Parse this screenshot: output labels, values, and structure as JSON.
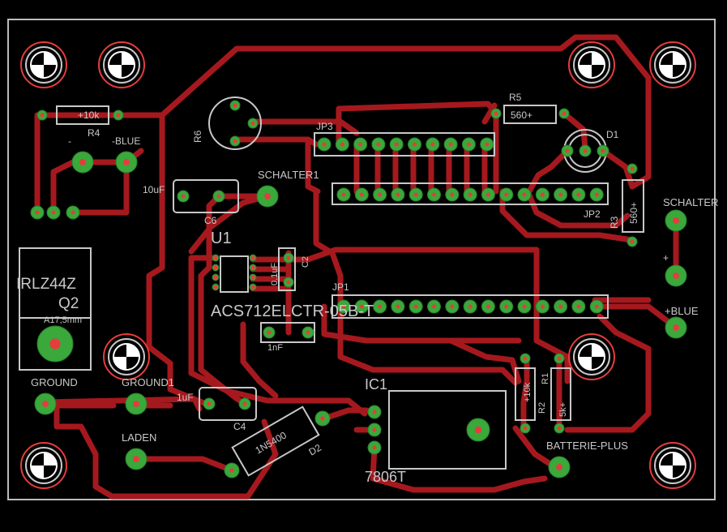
{
  "colors": {
    "background": "#000000",
    "trace": "#a5191e",
    "pad": "#3aa83a",
    "drill": "#e63c3c",
    "silk": "#c8c8c8",
    "outline": "#bdbdbd"
  },
  "labels": {
    "r4": "R4",
    "r4_val": "+10k",
    "minus": "-",
    "minus_blue": "-BLUE",
    "r6": "R6",
    "c6_val": "10uF",
    "c6": "C6",
    "jp3": "JP3",
    "r5": "R5",
    "r5_val": "560+",
    "d1": "D1",
    "jp2": "JP2",
    "r3": "R3",
    "r3_val": "560+",
    "schalter1": "SCHALTER1",
    "schalter": "SCHALTER",
    "plus": "+",
    "plus_blue": "+BLUE",
    "u1": "U1",
    "c2_val": "0.1uF",
    "c2": "C2",
    "u1_part": "ACS712ELCTR-05B-T",
    "jp1": "JP1",
    "q2_part": "IRLZ44Z",
    "q2": "Q2",
    "heatsink": "A17,5mm",
    "c1_val": "1nF",
    "ground": "GROUND",
    "ground1": "GROUND1",
    "c4_val": "1uF",
    "c4": "C4",
    "ic1": "IC1",
    "ic1_part": "7806T",
    "d2_part": "1N5400",
    "d2": "D2",
    "laden": "LADEN",
    "r2_val": "+10k",
    "r2": "R2",
    "r1_val": "5k+",
    "r1": "R1",
    "batterie_plus": "BATTERIE-PLUS"
  }
}
